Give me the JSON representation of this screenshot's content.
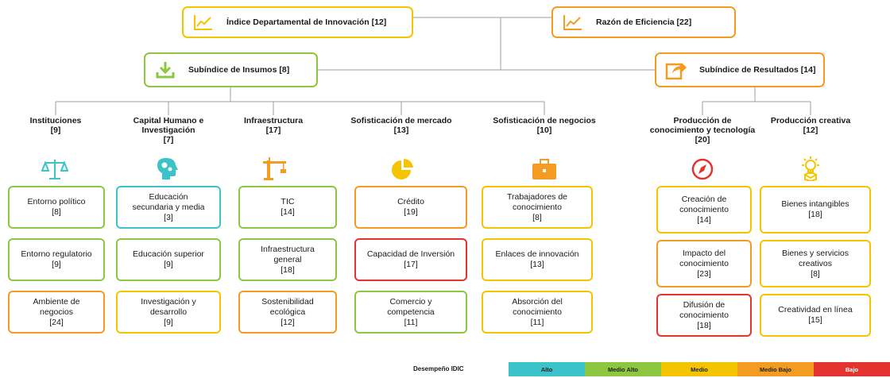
{
  "colors": {
    "alto": "#3cc3c9",
    "medio_alto": "#8dc63f",
    "medio": "#f5c400",
    "medio_bajo": "#f39c21",
    "bajo": "#e3342f"
  },
  "top": {
    "indice": "Índice Departamental de Innovación [12]",
    "razon": "Razón de Eficiencia [22]"
  },
  "sub": {
    "insumos": "Subíndice de Insumos [8]",
    "resultados": "Subíndice de Resultados [14]"
  },
  "pillars": {
    "instituciones": "Instituciones\n[9]",
    "capital": "Capital Humano e\nInvestigación\n[7]",
    "infra": "Infraestructura\n[17]",
    "sofmercado": "Sofisticación de mercado\n[13]",
    "sofnegocios": "Sofisticación de negocios\n[10]",
    "produccion": "Producción de\nconocimiento y tecnología\n[20]",
    "creativa": "Producción creativa\n[12]"
  },
  "icons": {
    "instituciones": "scales-icon",
    "capital": "head-gears-icon",
    "infra": "crane-icon",
    "sofmercado": "pie-chart-icon",
    "sofnegocios": "briefcase-icon",
    "produccion": "compass-icon",
    "creativa": "lightbulb-icon"
  },
  "items": {
    "i1": "Entorno político\n[8]",
    "i2": "Entorno regulatorio\n[9]",
    "i3": "Ambiente de\nnegocios\n[24]",
    "c1": "Educación\nsecundaria y media\n[3]",
    "c2": "Educación superior\n[9]",
    "c3": "Investigación y\ndesarrollo\n[9]",
    "f1": "TIC\n[14]",
    "f2": "Infraestructura\ngeneral\n[18]",
    "f3": "Sostenibilidad\necológica\n[12]",
    "m1": "Crédito\n[19]",
    "m2": "Capacidad de Inversión\n[17]",
    "m3": "Comercio y\ncompetencia\n[11]",
    "n1": "Trabajadores de\nconocimiento\n[8]",
    "n2": "Enlaces de innovación\n[13]",
    "n3": "Absorción del\nconocimiento\n[11]",
    "p1": "Creación de\nconocimiento\n[14]",
    "p2": "Impacto del\nconocimiento\n[23]",
    "p3": "Difusión de\nconocimiento\n[18]",
    "r1": "Bienes intangibles\n[18]",
    "r2": "Bienes y servicios\ncreativos\n[8]",
    "r3": "Creatividad en línea\n[15]"
  },
  "legend": {
    "title": "Desempeño IDIC",
    "alto": "Alto",
    "medio_alto": "Medio Alto",
    "medio": "Medio",
    "medio_bajo": "Medio Bajo",
    "bajo": "Bajo"
  }
}
